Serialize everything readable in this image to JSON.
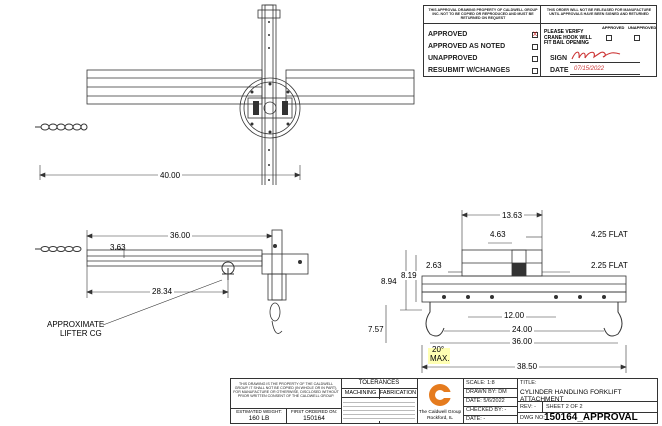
{
  "approval": {
    "notice_left": "THIS APPROVAL DRAWING PROPERTY OF CALDWELL GROUP INC. NOT TO BE COPIED OR REPRODUCED AND MUST BE RETURNED ON REQUEST",
    "notice_right": "THIS ORDER WILL NOT BE RELEASED FOR MANUFACTURE UNTIL APPROVALS HAVE BEEN SIGNED AND RETURNED",
    "options": [
      "APPROVED",
      "APPROVED AS NOTED",
      "UNAPPROVED",
      "RESUBMIT W/CHANGES"
    ],
    "approved_mark": "X",
    "header_approved": "APPROVED",
    "header_unapproved": "UNAPPROVED",
    "please_verify": "PLEASE VERIFY CRANE HOOK WILL FIT BAIL OPENING",
    "sign_label": "SIGN",
    "date_label": "DATE",
    "date_value": "07/15/2022"
  },
  "dimensions": {
    "top_length": "40.00",
    "side_length": "36.00",
    "side_offset": "3.63",
    "cg_dist": "28.34",
    "cg_note_1": "APPROXIMATE",
    "cg_note_2": "LIFTER CG",
    "front_13": "13.63",
    "front_463": "4.63",
    "front_425": "4.25 FLAT",
    "front_263": "2.63",
    "front_225": "2.25 FLAT",
    "front_894": "8.94",
    "front_819": "8.19",
    "front_1200": "12.00",
    "front_2400": "24.00",
    "front_3600": "36.00",
    "front_757": "7.57",
    "front_angle": "20°",
    "front_max": "MAX.",
    "front_3850": "38.50"
  },
  "title_block": {
    "property_note": "THIS DRAWING IS THE PROPERTY OF THE CALDWELL GROUP. IT SHALL NOT BE COPIED (IN WHOLE OR IN PART), FOR MANUFACTURE OR OTHERWISE, DISCLOSED WITHOUT PRIOR WRITTEN CONSENT OF THE CALDWELL GROUP.",
    "weight_label": "ESTIMATED WEIGHT:",
    "weight_value": "160 LB",
    "first_order_label": "FIRST ORDERED ON:",
    "first_order_value": "150164",
    "tolerances": "TOLERANCES",
    "machining": "MACHINING",
    "fabrication": "FABRICATION",
    "company_1": "The Caldwell Group",
    "company_2": "Rockford, IL",
    "scale": "SCALE: 1:8",
    "drawn_by": "DRAWN BY:  DM",
    "date": "DATE:  5/6/2022",
    "checked_by": "CHECKED BY: -",
    "date2": "DATE:  -",
    "title_label": "TITLE:",
    "title": "CYLINDER HANDLING FORKLIFT ATTACHMENT",
    "rev": "REV: -",
    "sheet": "SHEET 2 OF 2",
    "dwg_label": "DWG NO:",
    "dwg_no": "150164_APPROVAL"
  }
}
